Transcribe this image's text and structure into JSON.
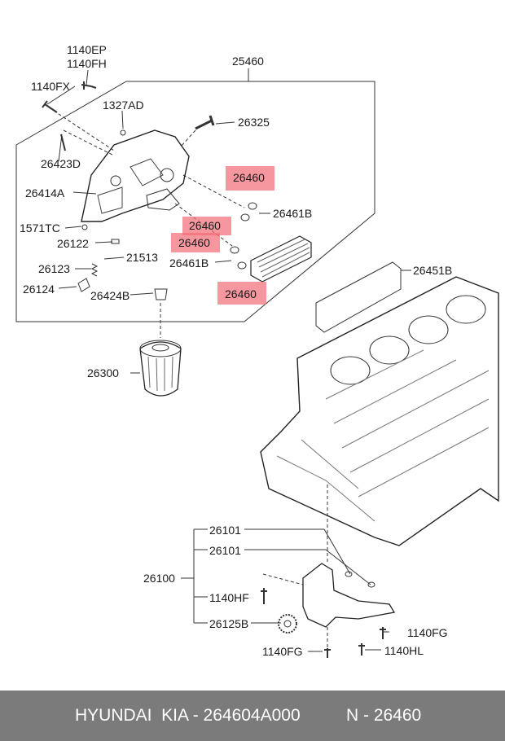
{
  "diagram": {
    "labels": {
      "l_1140EP": "1140EP",
      "l_1140FH": "1140FH",
      "l_25460": "25460",
      "l_1140FX": "1140FX",
      "l_1327AD": "1327AD",
      "l_26325": "26325",
      "l_26423D": "26423D",
      "l_26414A": "26414A",
      "l_26461B_a": "26461B",
      "l_1571TC": "1571TC",
      "l_26122": "26122",
      "l_21513": "21513",
      "l_26461B_b": "26461B",
      "l_26451B": "26451B",
      "l_26123": "26123",
      "l_26124": "26124",
      "l_26424B": "26424B",
      "l_26300": "26300",
      "l_26101_a": "26101",
      "l_26101_b": "26101",
      "l_26100": "26100",
      "l_1140HF": "1140HF",
      "l_26125B": "26125B",
      "l_1140FG_a": "1140FG",
      "l_1140FG_b": "1140FG",
      "l_1140HL": "1140HL"
    },
    "highlights": {
      "h1": "26460",
      "h2": "26460",
      "h3": "26460",
      "h4": "26460"
    },
    "highlight_color": "#f26e78",
    "line_color": "#333333"
  },
  "footer": {
    "brand": "HYUNDAI  KIA - 264604A000",
    "part": "N - 26460"
  }
}
